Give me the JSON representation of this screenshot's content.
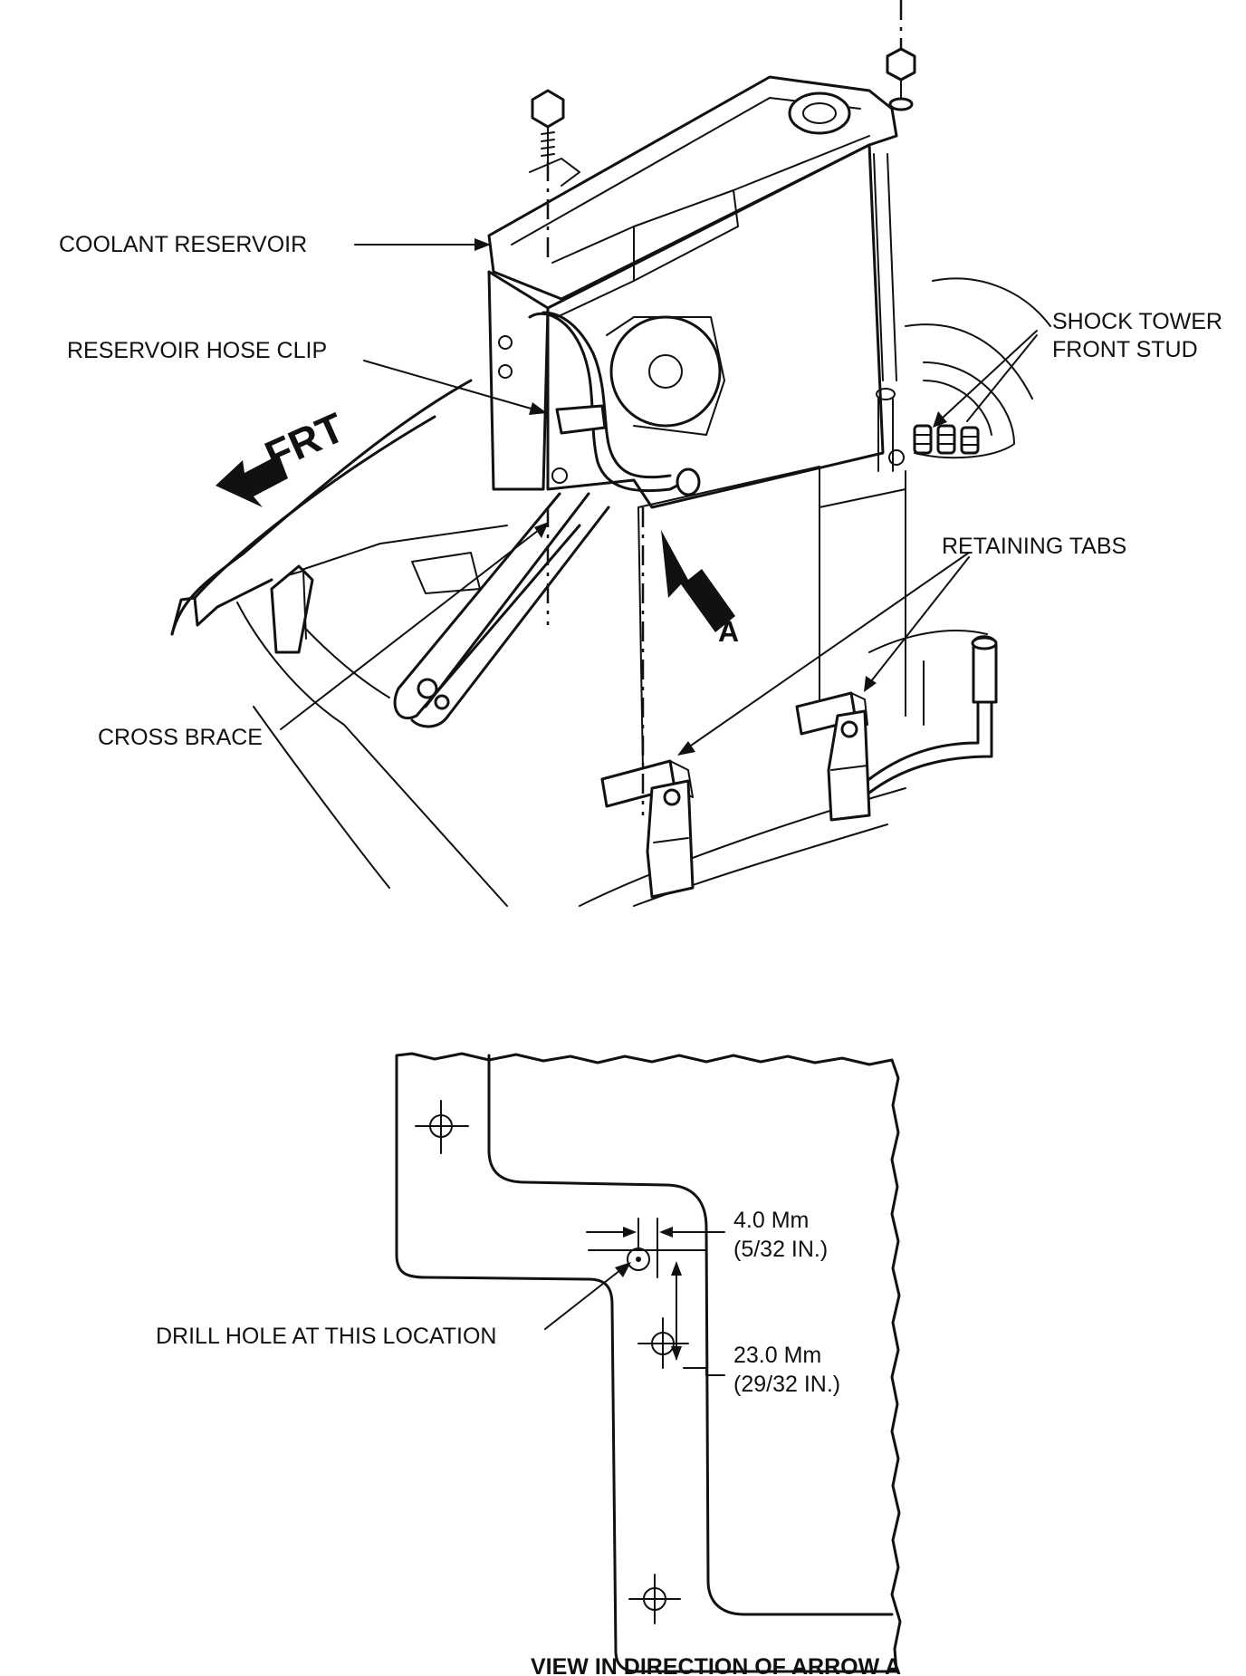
{
  "labels": {
    "coolant_reservoir": "COOLANT RESERVOIR",
    "reservoir_hose_clip": "RESERVOIR HOSE CLIP",
    "shock_tower_line1": "SHOCK TOWER",
    "shock_tower_line2": "FRONT STUD",
    "retaining_tabs": "RETAINING TABS",
    "cross_brace": "CROSS BRACE",
    "frt": "FRT",
    "arrow_a": "A",
    "drill_hole": "DRILL HOLE AT THIS LOCATION",
    "dim1_metric": "4.0 Mm",
    "dim1_imperial": "(5/32 IN.)",
    "dim2_metric": "23.0 Mm",
    "dim2_imperial": "(29/32 IN.)",
    "caption": "VIEW IN DIRECTION OF ARROW A"
  },
  "icons": [
    "bolt-icon",
    "stud-nut-icon",
    "frt-arrow-icon",
    "view-arrow-icon",
    "crosshair-hole-icon"
  ],
  "colors": {
    "ink": "#111111",
    "paper": "#ffffff"
  }
}
